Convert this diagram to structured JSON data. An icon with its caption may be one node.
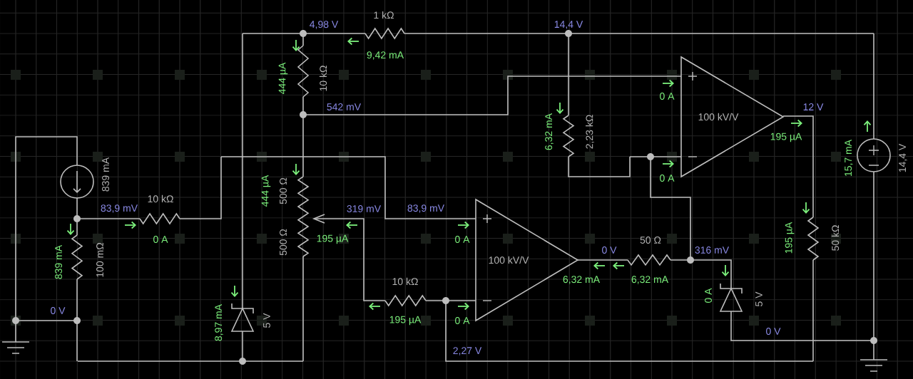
{
  "diagram": {
    "labels": [
      "1 kΩ",
      "4,98 V",
      "14,4 V",
      "9,42 mA",
      "444 µA",
      "10 kΩ",
      "542 mV",
      "0 A",
      "100 kV/V",
      "12 V",
      "6,32 mA",
      "2,23 kΩ",
      "195 µA",
      "15,7 mA",
      "14,4 V",
      "839 mA",
      "0 A",
      "444 µA",
      "500 Ω",
      "83,9 mV",
      "10 kΩ",
      "319 mV",
      "83,9 mV",
      "0 A",
      "195 µA",
      "0 A",
      "500 Ω",
      "839 mA",
      "100 mΩ",
      "100 kV/V",
      "0 V",
      "50 Ω",
      "316 mV",
      "6,32 mA",
      "6,32 mA",
      "195 µA",
      "50 kΩ",
      "10 kΩ",
      "0 V",
      "0 A",
      "5 V",
      "195 µA",
      "0 A",
      "8,97 mA",
      "5 V",
      "0 V",
      "2,27 V"
    ]
  }
}
